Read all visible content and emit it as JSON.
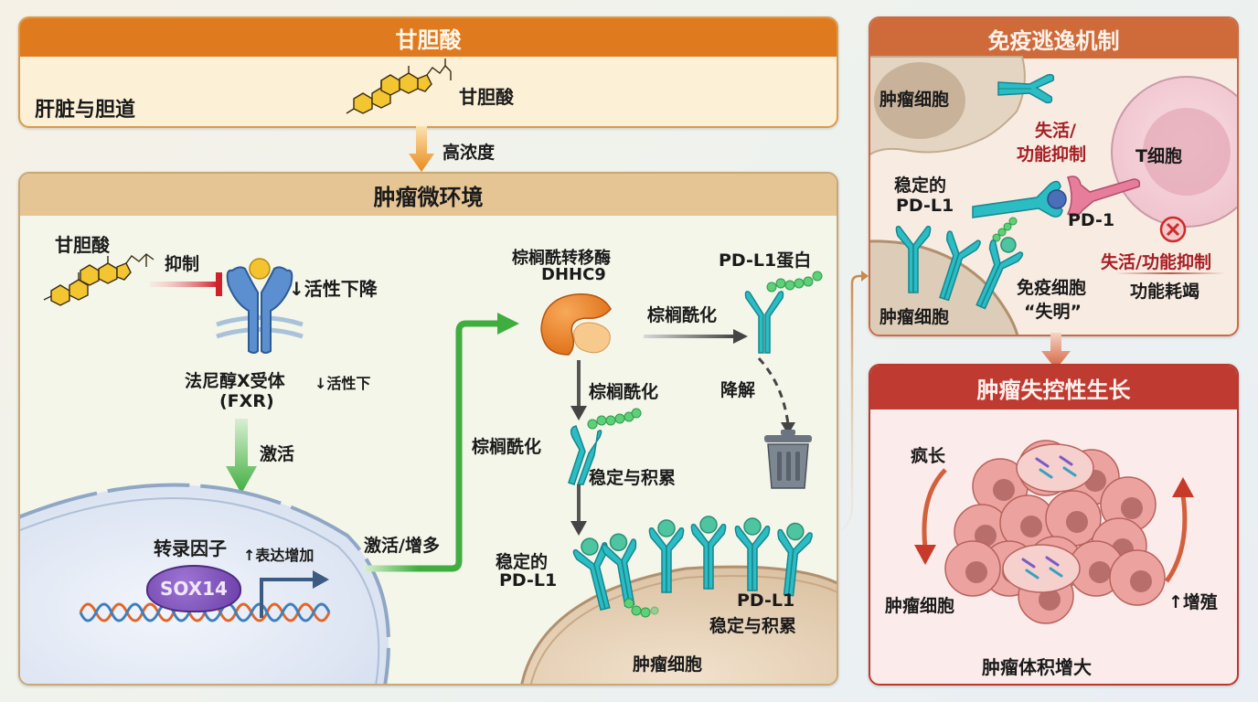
{
  "panels": {
    "bile_acid": {
      "title": "甘胆酸",
      "location_label": "肝脏与胆道",
      "molecule_label": "甘胆酸",
      "arrow_label": "高浓度"
    },
    "tumor_microenvironment": {
      "title": "肿瘤微环境",
      "molecule_label": "甘胆酸",
      "inhibit_label": "抑制",
      "receptor_activity_label": "↓活性下降",
      "receptor_name": "法尼醇X受体",
      "receptor_abbrev": "(FXR)",
      "receptor_activity_label_2": "↓活性下",
      "activate_label": "激活",
      "transcription_factor_label": "转录因子",
      "expression_label": "↑表达增加",
      "sox14_label": "SOX14",
      "activate_increase_label": "激活/增多",
      "enzyme_name": "棕榈酰转移酶",
      "enzyme_abbrev": "DHHC9",
      "palmitoylation_label_right": "棕榈酰化",
      "pdl1_protein_label": "PD-L1蛋白",
      "degradation_label": "降解",
      "palmitoylation_label_down": "棕榈酰化",
      "palmitoylation_label_left": "棕榈酰化",
      "stable_accumulate_label": "稳定与积累",
      "stable_pdl1_label_1": "稳定的",
      "stable_pdl1_label_2": "PD-L1",
      "membrane_pdl1_label_1": "PD-L1",
      "membrane_pdl1_label_2": "稳定与积累",
      "tumor_cell_label": "肿瘤细胞"
    },
    "immune_escape": {
      "title": "免疫逃逸机制",
      "tumor_cell_label_top": "肿瘤细胞",
      "inactivation_label_1": "失活/",
      "inactivation_label_2": "功能抑制",
      "t_cell_label": "T细胞",
      "stable_pdl1_label_1": "稳定的",
      "stable_pdl1_label_2": "PD-L1",
      "pd1_label": "PD-1",
      "inactivation_label_full": "失活/功能抑制",
      "exhaustion_label": "功能耗竭",
      "tumor_cell_label_bottom": "肿瘤细胞",
      "blind_label_1": "免疫细胞",
      "blind_label_2": "“失明”"
    },
    "tumor_growth": {
      "title": "肿瘤失控性生长",
      "rampant_label": "疯长",
      "tumor_cell_label": "肿瘤细胞",
      "proliferation_label": "↑增殖",
      "volume_label": "肿瘤体积增大"
    }
  },
  "colors": {
    "orange_header": "#e07a1e",
    "tan_header": "#e6c594",
    "immune_header": "#cf6a3b",
    "growth_header": "#bf3a30",
    "inhibit_red": "#d0202a",
    "activate_green": "#3fae3f",
    "pdl1_teal": "#2bbcc4",
    "receptor_blue": "#5b8fd0",
    "sox14_purple": "#7a4bb5",
    "dhhc9_orange": "#ea7c22",
    "warning_red": "#a51f24"
  }
}
